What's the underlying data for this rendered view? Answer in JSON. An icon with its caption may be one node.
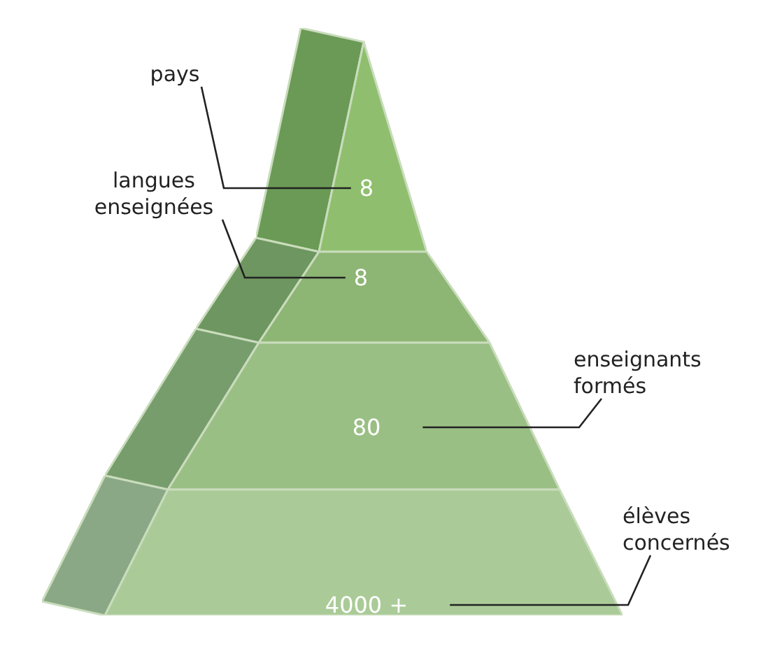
{
  "diagram": {
    "nodes": [
      {
        "text": [
          "8"
        ]
      },
      {
        "text": [
          "pays"
        ]
      },
      {
        "text": [
          "8"
        ]
      },
      {
        "text": [
          "langues enseignées"
        ]
      },
      {
        "text": [
          "80"
        ]
      },
      {
        "text": [
          "enseignants formés"
        ]
      },
      {
        "text": [
          "4000 +"
        ]
      },
      {
        "text": [
          "élèves concernés"
        ]
      }
    ],
    "edges": [
      {
        "from": 1,
        "to": 0,
        "arrow": "none"
      },
      {
        "from": 3,
        "to": 2,
        "arrow": "none"
      },
      {
        "from": 5,
        "to": 4,
        "arrow": "none"
      },
      {
        "from": 7,
        "to": 6,
        "arrow": "none"
      }
    ]
  }
}
